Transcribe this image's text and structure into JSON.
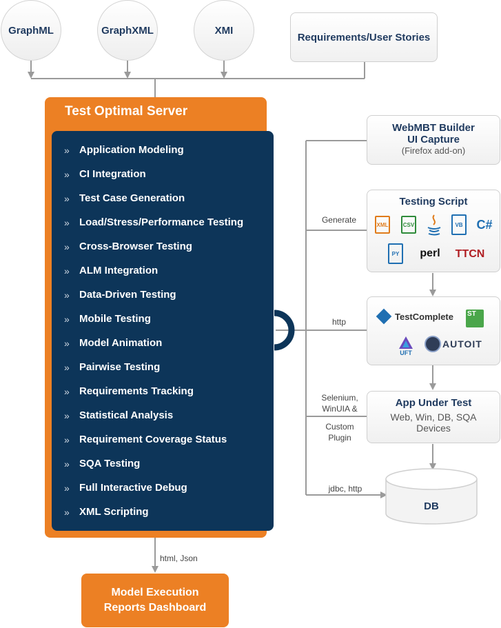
{
  "inputs": [
    "GraphML",
    "GraphXML",
    "XMI",
    "Requirements/User Stories"
  ],
  "server": {
    "title": "Test Optimal Server",
    "features": [
      "Application Modeling",
      "CI Integration",
      "Test Case Generation",
      "Load/Stress/Performance Testing",
      "Cross-Browser Testing",
      "ALM Integration",
      "Data-Driven Testing",
      "Mobile Testing",
      "Model Animation",
      "Pairwise Testing",
      "Requirements Tracking",
      "Statistical Analysis",
      "Requirement Coverage Status",
      "SQA Testing",
      "Full Interactive Debug",
      "XML Scripting"
    ]
  },
  "webmbt": {
    "title_line1": "WebMBT Builder",
    "title_line2": "UI Capture",
    "subtitle": "(Firefox add-on)"
  },
  "testing_script": {
    "title": "Testing Script",
    "icons": [
      "XML",
      "CSV",
      "java-icon",
      "VB",
      "C#",
      "PY",
      "perl",
      "TTCN"
    ]
  },
  "tools": {
    "testcomplete": "TestComplete",
    "st": "ST",
    "uft": "UFT",
    "autoit": "AUTOIT"
  },
  "app_under_test": {
    "title": "App Under Test",
    "subtitle_line1": "Web, Win, DB, SQA",
    "subtitle_line2": "Devices"
  },
  "db": "DB",
  "edges": {
    "generate": "Generate",
    "http": "http",
    "selenium_line1": "Selenium,",
    "selenium_line2": "WinUIA &",
    "custom_line1": "Custom",
    "custom_line2": "Plugin",
    "jdbc": "jdbc, http",
    "html_json": "html, Json"
  },
  "dashboard": {
    "line1": "Model Execution",
    "line2": "Reports Dashboard"
  },
  "colors": {
    "orange": "#ec8024",
    "navy": "#0d3559",
    "line": "#9a9a9a"
  }
}
